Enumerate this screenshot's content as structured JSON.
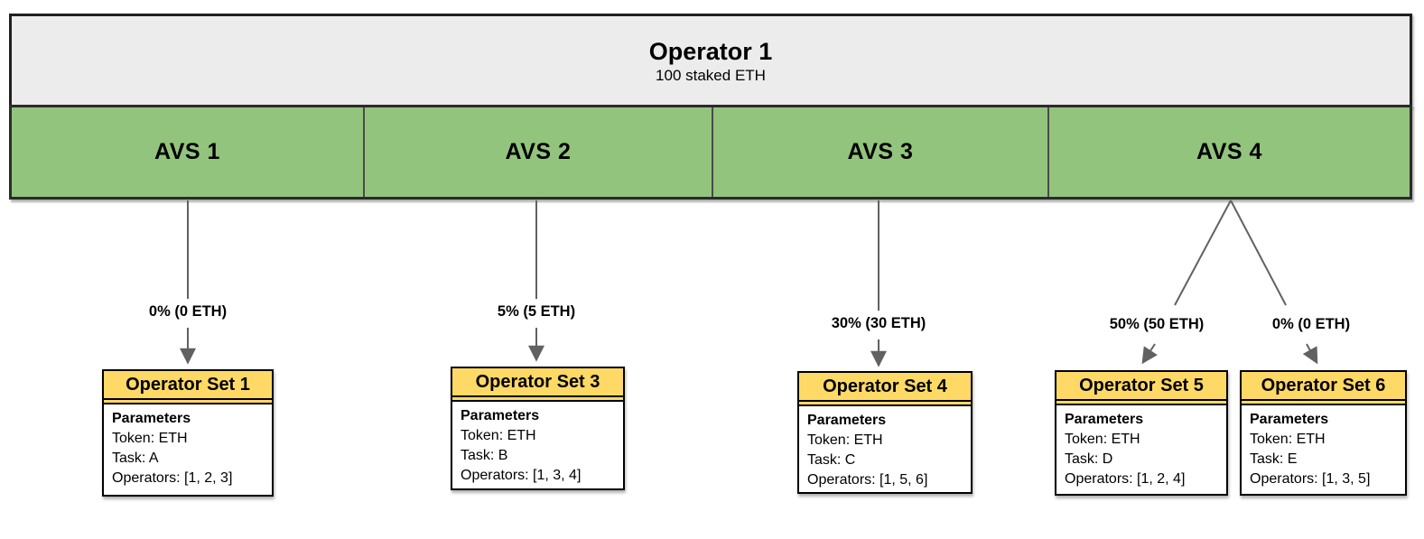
{
  "operator": {
    "title": "Operator 1",
    "subtitle": "100 staked ETH"
  },
  "avs_segments": [
    {
      "label": "AVS 1"
    },
    {
      "label": "AVS 2"
    },
    {
      "label": "AVS 3"
    },
    {
      "label": "AVS 4"
    }
  ],
  "allocations": [
    {
      "from": "AVS 1",
      "to": "Operator Set 1",
      "label": "0% (0 ETH)"
    },
    {
      "from": "AVS 2",
      "to": "Operator Set 3",
      "label": "5% (5 ETH)"
    },
    {
      "from": "AVS 3",
      "to": "Operator Set 4",
      "label": "30% (30 ETH)"
    },
    {
      "from": "AVS 4",
      "to": "Operator Set 5",
      "label": "50% (50 ETH)"
    },
    {
      "from": "AVS 4",
      "to": "Operator Set 6",
      "label": "0% (0 ETH)"
    }
  ],
  "operator_sets": [
    {
      "title": "Operator Set 1",
      "heading": "Parameters",
      "lines": [
        "Token: ETH",
        "Task: A",
        "Operators: [1, 2, 3]"
      ]
    },
    {
      "title": "Operator Set 3",
      "heading": "Parameters",
      "lines": [
        "Token: ETH",
        "Task: B",
        "Operators: [1, 3, 4]"
      ]
    },
    {
      "title": "Operator Set 4",
      "heading": "Parameters",
      "lines": [
        "Token: ETH",
        "Task: C",
        "Operators: [1, 5, 6]"
      ]
    },
    {
      "title": "Operator Set 5",
      "heading": "Parameters",
      "lines": [
        "Token: ETH",
        "Task: D",
        "Operators: [1, 2, 4]"
      ]
    },
    {
      "title": "Operator Set 6",
      "heading": "Parameters",
      "lines": [
        "Token: ETH",
        "Task: E",
        "Operators: [1, 3, 5]"
      ]
    }
  ],
  "colors": {
    "avs_green": "#93C47D",
    "opset_yellow": "#FFD966",
    "operator_gray": "#ECECEC",
    "arrow_gray": "#616161",
    "border_black": "#000000"
  }
}
